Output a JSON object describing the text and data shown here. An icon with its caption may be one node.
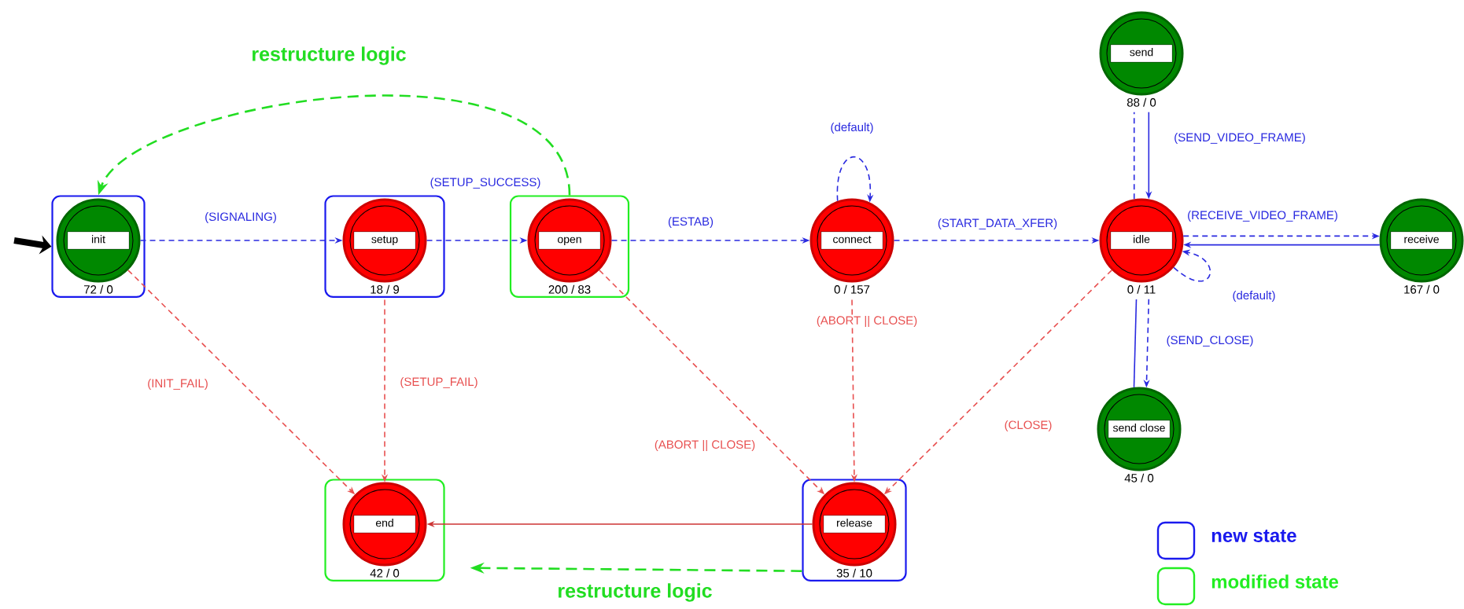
{
  "diagram": {
    "nodes": [
      {
        "text": [],
        "shape": "box"
      },
      {
        "text": [
          "init"
        ],
        "beside": [
          "72 / 0"
        ],
        "in": 0
      },
      {
        "text": [],
        "shape": "box"
      },
      {
        "text": [
          "setup"
        ],
        "beside": [
          "18 / 9"
        ],
        "in": 2
      },
      {
        "text": [],
        "shape": "box"
      },
      {
        "text": [
          "open"
        ],
        "beside": [
          "200 / 83"
        ],
        "in": 4
      },
      {
        "text": [
          "connect"
        ],
        "beside": [
          "0 / 157"
        ]
      },
      {
        "text": [
          "send"
        ],
        "beside": [
          "88 / 0"
        ]
      },
      {
        "text": [
          "idle"
        ],
        "beside": [
          "0 / 11"
        ]
      },
      {
        "text": [
          "receive"
        ],
        "beside": [
          "167 / 0"
        ]
      },
      {
        "text": [
          "send close"
        ],
        "beside": [
          "45 / 0"
        ]
      },
      {
        "text": [],
        "shape": "box"
      },
      {
        "text": [
          "end"
        ],
        "beside": [
          "42 / 0"
        ],
        "in": 11
      },
      {
        "text": [],
        "shape": "box"
      },
      {
        "text": [
          "release"
        ],
        "beside": [
          "35 / 10"
        ],
        "in": 13
      }
    ],
    "edges": [
      {
        "from": null,
        "to": 0,
        "arrow": "to",
        "style": "thick",
        "color": "#000000"
      },
      {
        "from": 1,
        "to": 3,
        "arrow": "to",
        "label": "(SIGNALING)",
        "style": "dashed"
      },
      {
        "from": 3,
        "to": 5,
        "arrow": "to",
        "label": "(SETUP_SUCCESS)",
        "style": "dashed"
      },
      {
        "from": 5,
        "to": 6,
        "arrow": "to",
        "label": "(ESTAB)",
        "style": "dashed"
      },
      {
        "from": 6,
        "to": 6,
        "arrow": "to",
        "label": "(default)",
        "style": "dashed"
      },
      {
        "from": 6,
        "to": 8,
        "arrow": "to",
        "label": "(START_DATA_XFER)",
        "style": "dashed"
      },
      {
        "from": 8,
        "to": 7,
        "arrow": "none",
        "style": "dashed"
      },
      {
        "from": 7,
        "to": 8,
        "arrow": "to",
        "label": "(SEND_VIDEO_FRAME)"
      },
      {
        "from": 8,
        "to": 9,
        "arrow": "to",
        "label": "(RECEIVE_VIDEO_FRAME)",
        "style": "dashed"
      },
      {
        "from": 9,
        "to": 8,
        "arrow": "to"
      },
      {
        "from": 8,
        "to": 8,
        "arrow": "to",
        "label": "(default)",
        "style": "dashed"
      },
      {
        "from": 8,
        "to": 10,
        "arrow": "to",
        "label": "(SEND_CLOSE)",
        "style": "dashed"
      },
      {
        "from": 10,
        "to": 8,
        "arrow": "none"
      },
      {
        "from": 1,
        "to": 12,
        "arrow": "to",
        "label": "(INIT_FAIL)",
        "style": "dashed",
        "color": "#e85050"
      },
      {
        "from": 3,
        "to": 12,
        "arrow": "to",
        "label": "(SETUP_FAIL)",
        "style": "dashed",
        "color": "#e85050"
      },
      {
        "from": 5,
        "to": 14,
        "arrow": "to",
        "label": "(ABORT || CLOSE)",
        "style": "dashed",
        "color": "#e85050"
      },
      {
        "from": 6,
        "to": 14,
        "arrow": "to",
        "label": "(ABORT || CLOSE)",
        "style": "dashed",
        "color": "#e85050"
      },
      {
        "from": 8,
        "to": 14,
        "arrow": "to",
        "label": "(CLOSE)",
        "style": "dashed",
        "color": "#e85050"
      },
      {
        "from": 14,
        "to": 12,
        "arrow": "to",
        "color": "#cc3333"
      },
      {
        "from": 4,
        "to": 0,
        "arrow": "to",
        "label": "restructure logic",
        "style": "dashed",
        "color": "#22dd22"
      },
      {
        "from": 13,
        "to": 11,
        "arrow": "to",
        "label": "restructure logic",
        "style": "dashed",
        "color": "#22dd22"
      }
    ],
    "legend": [
      {
        "text": "new state",
        "color": "#1a1aee"
      },
      {
        "text": "modified state",
        "color": "#22ee22"
      }
    ]
  }
}
